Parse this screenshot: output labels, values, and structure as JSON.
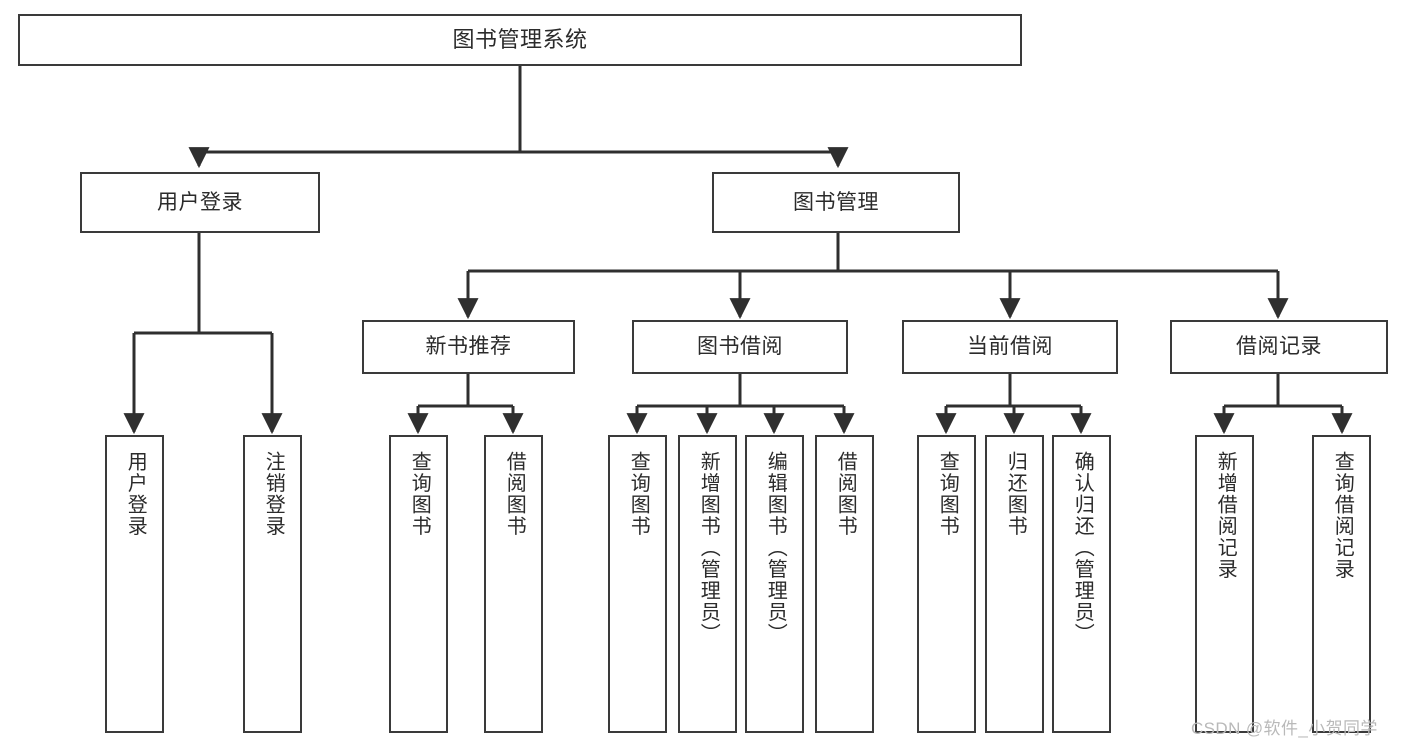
{
  "diagram": {
    "type": "hierarchy-tree",
    "title": "图书管理系统",
    "levels": 4,
    "nodes": {
      "root": {
        "label": "图书管理系统",
        "level": 0,
        "orientation": "horizontal"
      },
      "user_login": {
        "label": "用户登录",
        "level": 1,
        "orientation": "horizontal"
      },
      "book_manage": {
        "label": "图书管理",
        "level": 1,
        "orientation": "horizontal"
      },
      "new_book_rec": {
        "label": "新书推荐",
        "level": 2,
        "orientation": "horizontal"
      },
      "book_borrow": {
        "label": "图书借阅",
        "level": 2,
        "orientation": "horizontal"
      },
      "current_borrow": {
        "label": "当前借阅",
        "level": 2,
        "orientation": "horizontal"
      },
      "borrow_record": {
        "label": "借阅记录",
        "level": 2,
        "orientation": "horizontal"
      },
      "leaf_user_login": {
        "label": "用户登录",
        "level": 3,
        "orientation": "vertical"
      },
      "leaf_logout": {
        "label": "注销登录",
        "level": 3,
        "orientation": "vertical"
      },
      "leaf_query_book_1": {
        "label": "查询图书",
        "level": 3,
        "orientation": "vertical"
      },
      "leaf_borrow_book_1": {
        "label": "借阅图书",
        "level": 3,
        "orientation": "vertical"
      },
      "leaf_query_book_2": {
        "label": "查询图书",
        "level": 3,
        "orientation": "vertical"
      },
      "leaf_add_book": {
        "label": "新增图书（管理员）",
        "level": 3,
        "orientation": "vertical"
      },
      "leaf_edit_book": {
        "label": "编辑图书（管理员）",
        "level": 3,
        "orientation": "vertical"
      },
      "leaf_borrow_book_2": {
        "label": "借阅图书",
        "level": 3,
        "orientation": "vertical"
      },
      "leaf_query_book_3": {
        "label": "查询图书",
        "level": 3,
        "orientation": "vertical"
      },
      "leaf_return_book": {
        "label": "归还图书",
        "level": 3,
        "orientation": "vertical"
      },
      "leaf_confirm_return": {
        "label": "确认归还（管理员）",
        "level": 3,
        "orientation": "vertical"
      },
      "leaf_add_record": {
        "label": "新增借阅记录",
        "level": 3,
        "orientation": "vertical"
      },
      "leaf_query_record": {
        "label": "查询借阅记录",
        "level": 3,
        "orientation": "vertical"
      }
    },
    "edges": [
      {
        "from": "root",
        "to": "user_login"
      },
      {
        "from": "root",
        "to": "book_manage"
      },
      {
        "from": "book_manage",
        "to": "new_book_rec"
      },
      {
        "from": "book_manage",
        "to": "book_borrow"
      },
      {
        "from": "book_manage",
        "to": "current_borrow"
      },
      {
        "from": "book_manage",
        "to": "borrow_record"
      },
      {
        "from": "user_login",
        "to": "leaf_user_login"
      },
      {
        "from": "user_login",
        "to": "leaf_logout"
      },
      {
        "from": "new_book_rec",
        "to": "leaf_query_book_1"
      },
      {
        "from": "new_book_rec",
        "to": "leaf_borrow_book_1"
      },
      {
        "from": "book_borrow",
        "to": "leaf_query_book_2"
      },
      {
        "from": "book_borrow",
        "to": "leaf_add_book"
      },
      {
        "from": "book_borrow",
        "to": "leaf_edit_book"
      },
      {
        "from": "book_borrow",
        "to": "leaf_borrow_book_2"
      },
      {
        "from": "current_borrow",
        "to": "leaf_query_book_3"
      },
      {
        "from": "current_borrow",
        "to": "leaf_return_book"
      },
      {
        "from": "current_borrow",
        "to": "leaf_confirm_return"
      },
      {
        "from": "borrow_record",
        "to": "leaf_add_record"
      },
      {
        "from": "borrow_record",
        "to": "leaf_query_record"
      }
    ],
    "colors": {
      "border": "#3a3a3a",
      "connector": "#2f2f2f",
      "background": "#ffffff",
      "text": "#2b2b2b",
      "watermark": "#b9b9b9"
    }
  },
  "watermark": {
    "text": "CSDN @软件_小贺同学"
  }
}
